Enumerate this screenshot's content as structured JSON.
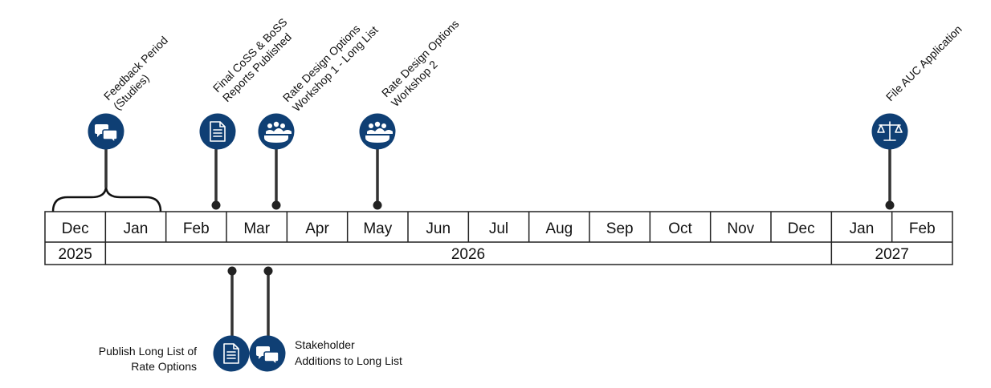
{
  "colors": {
    "icon_background": "#0f3f74",
    "stem": "#333333",
    "grid": "#222222"
  },
  "months": [
    "Dec",
    "Jan",
    "Feb",
    "Mar",
    "Apr",
    "May",
    "Jun",
    "Jul",
    "Aug",
    "Sep",
    "Oct",
    "Nov",
    "Dec",
    "Jan",
    "Feb"
  ],
  "years": [
    {
      "label": "2025",
      "start": 0,
      "span": 1
    },
    {
      "label": "2026",
      "start": 1,
      "span": 12
    },
    {
      "label": "2027",
      "start": 13,
      "span": 2
    }
  ],
  "events_above": [
    {
      "id": "feedback",
      "icon": "chat-bubbles-icon",
      "lines": [
        "Feedback Period",
        "(Studies)"
      ],
      "brace": true
    },
    {
      "id": "final-coss",
      "icon": "document-icon",
      "lines": [
        "Final CoSS & BoSS",
        "Reports Published"
      ]
    },
    {
      "id": "workshop-1",
      "icon": "group-meeting-icon",
      "lines": [
        "Rate Design Options",
        "Workshop 1 - Long List"
      ]
    },
    {
      "id": "workshop-2",
      "icon": "group-meeting-icon",
      "lines": [
        "Rate Design Options",
        "Workshop 2"
      ]
    },
    {
      "id": "file-auc",
      "icon": "scales-of-justice-icon",
      "lines": [
        "File AUC Application"
      ]
    }
  ],
  "events_below": [
    {
      "id": "publish-long-list",
      "icon": "document-icon",
      "lines": [
        "Publish Long List of",
        "Rate Options"
      ],
      "align": "right"
    },
    {
      "id": "stakeholder-additions",
      "icon": "chat-bubbles-icon",
      "lines": [
        "Stakeholder",
        "Additions to Long List"
      ],
      "align": "left"
    }
  ]
}
